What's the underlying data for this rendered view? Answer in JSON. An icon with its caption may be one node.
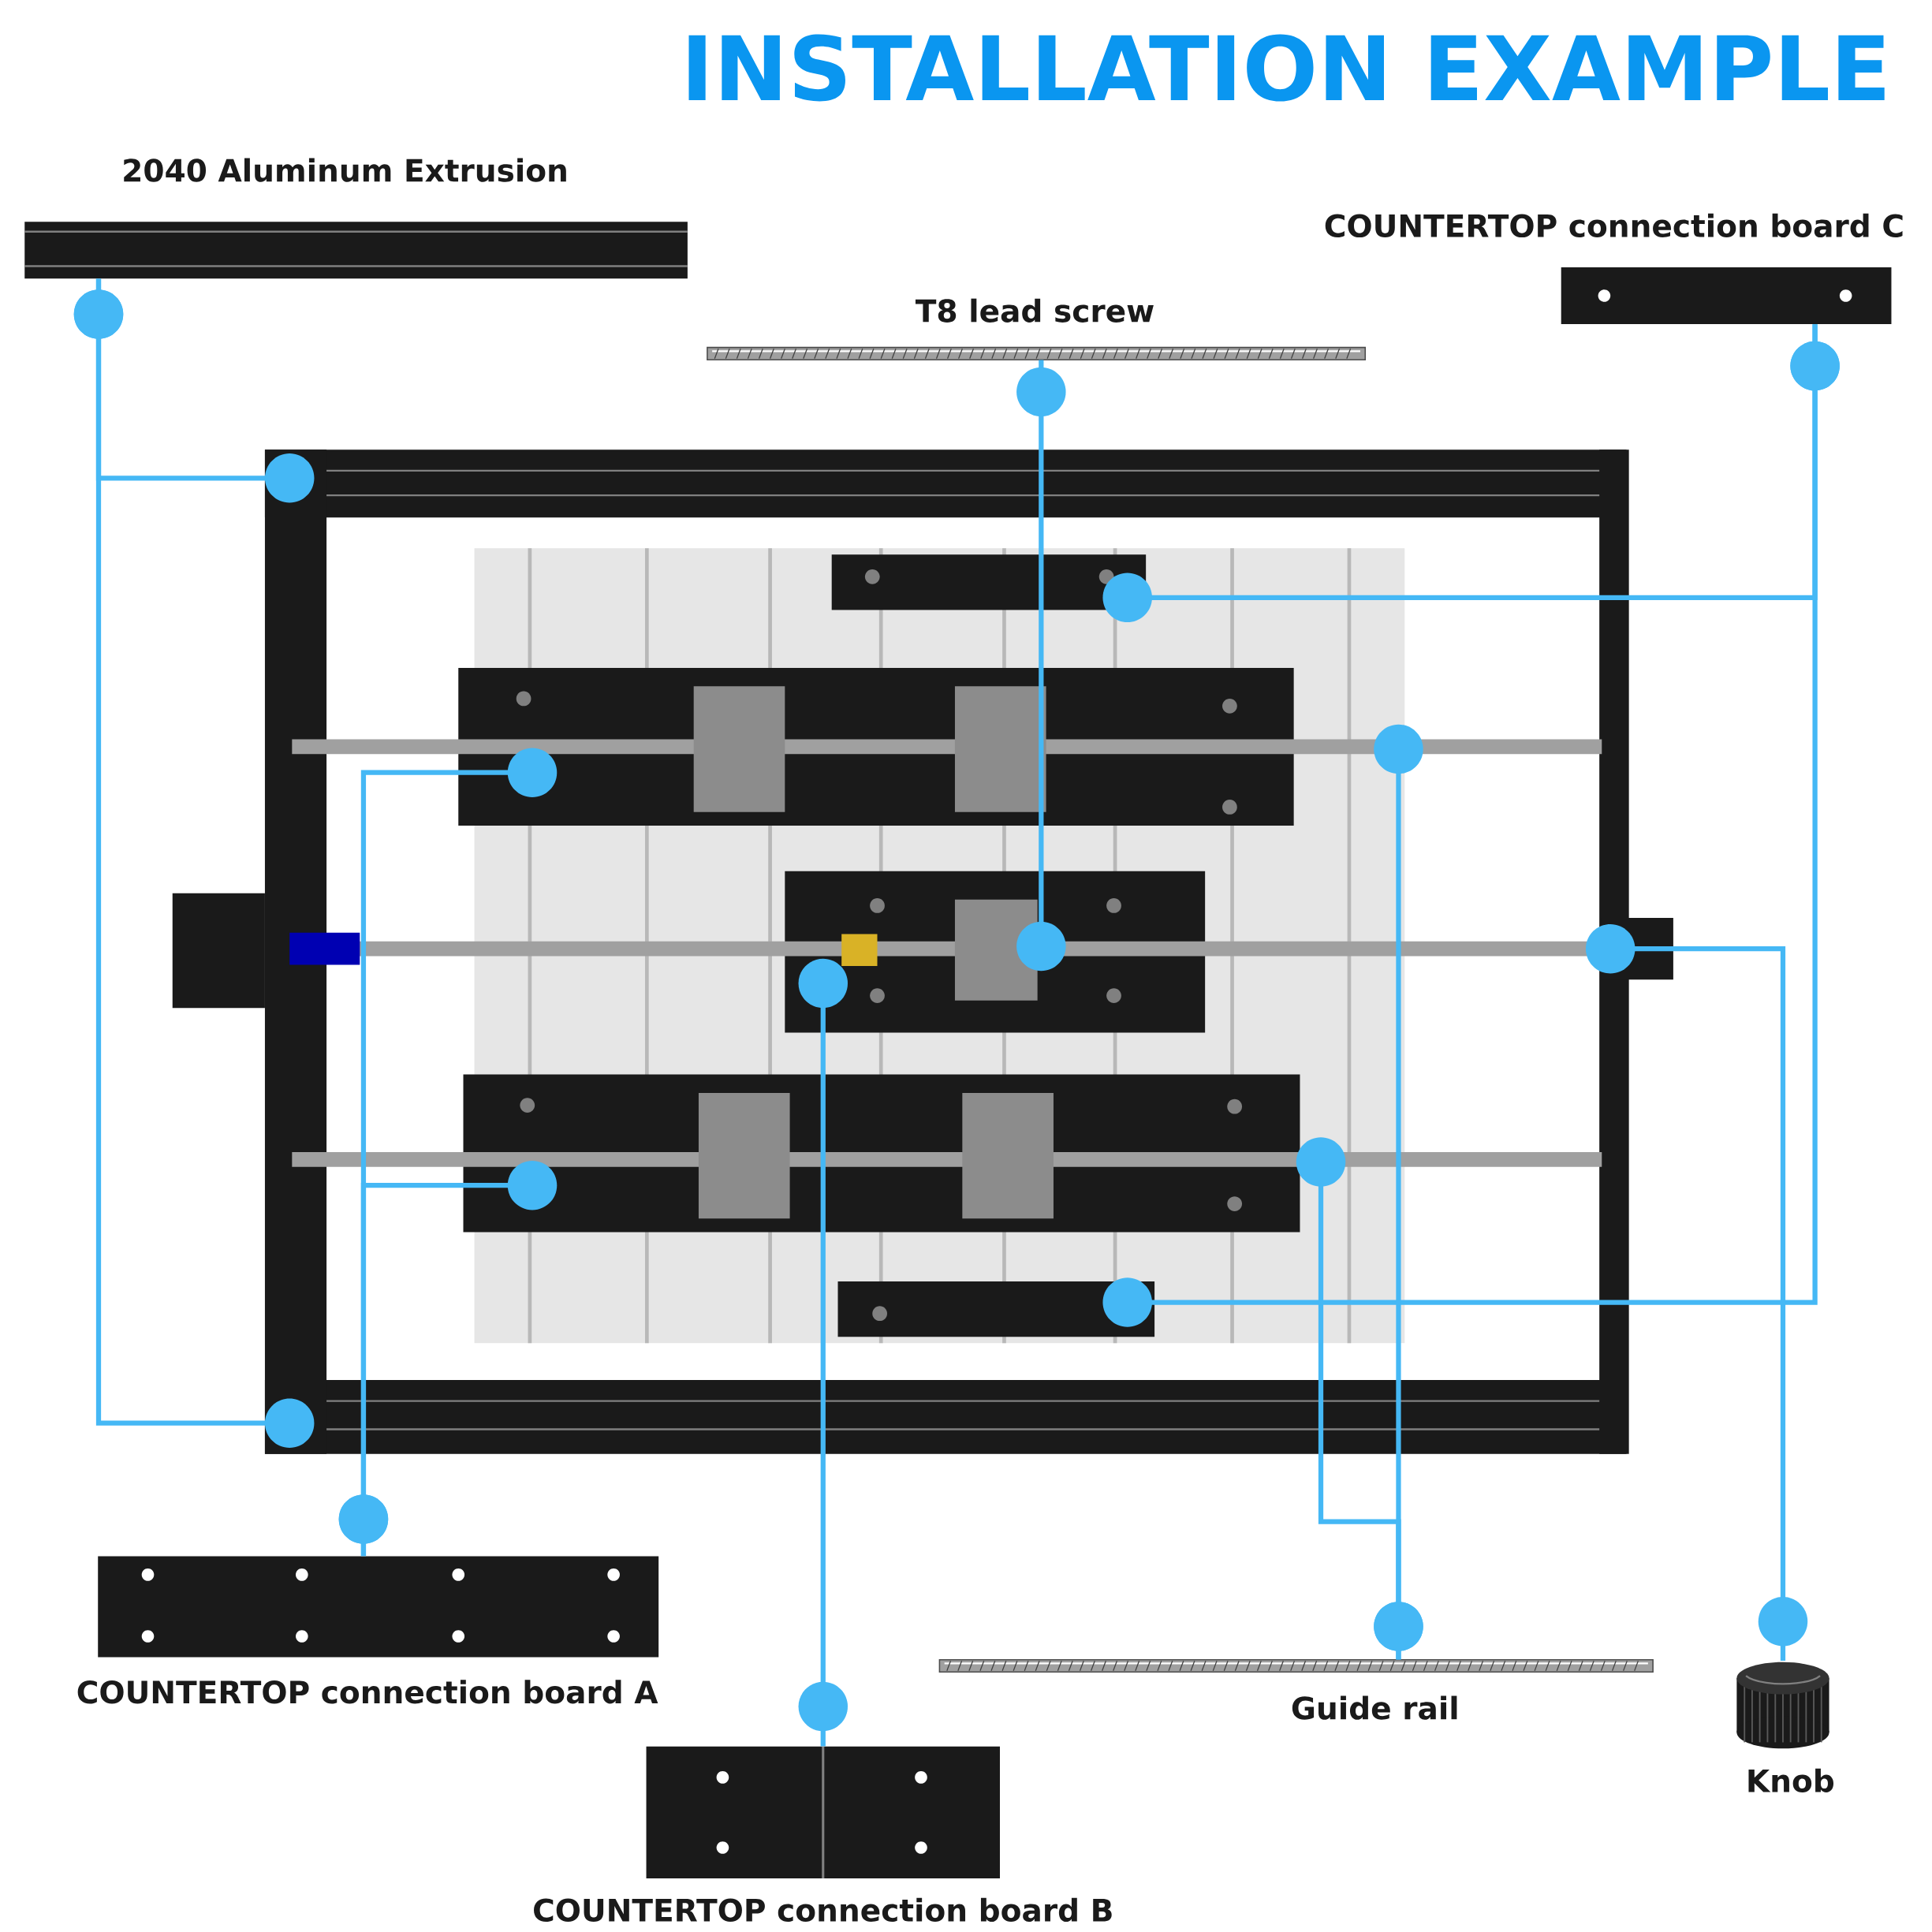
{
  "diagram": {
    "title": "INSTALLATION EXAMPLE",
    "nodes": [
      {
        "text": [],
        "shape": "picture",
        "beside": [
          "2040 Aluminum Extrusion"
        ]
      },
      {
        "text": [],
        "shape": "picture",
        "beside": [
          "T8 lead screw"
        ]
      },
      {
        "text": [],
        "shape": "picture",
        "beside": [
          "COUNTERTOP connection board C"
        ]
      },
      {
        "text": [],
        "shape": "picture",
        "beside": [
          "COUNTERTOP connection board A"
        ]
      },
      {
        "text": [],
        "shape": "picture",
        "beside": [
          "COUNTERTOP connection board B"
        ]
      },
      {
        "text": [],
        "shape": "picture",
        "beside": [
          "Guide rail"
        ]
      },
      {
        "text": [],
        "shape": "picture",
        "beside": [
          "Knob"
        ]
      }
    ],
    "edges": [
      {
        "from": 0,
        "to": null,
        "arrow": "other"
      },
      {
        "from": 0,
        "to": null,
        "arrow": "other"
      },
      {
        "from": 1,
        "to": null,
        "arrow": "other"
      },
      {
        "from": 2,
        "to": null,
        "arrow": "other"
      },
      {
        "from": 2,
        "to": null,
        "arrow": "other"
      },
      {
        "from": 3,
        "to": null,
        "arrow": "other"
      },
      {
        "from": 3,
        "to": null,
        "arrow": "other"
      },
      {
        "from": 4,
        "to": null,
        "arrow": "other"
      },
      {
        "from": 5,
        "to": null,
        "arrow": "other"
      },
      {
        "from": 5,
        "to": null,
        "arrow": "other"
      },
      {
        "from": 6,
        "to": null,
        "arrow": "other"
      }
    ]
  }
}
